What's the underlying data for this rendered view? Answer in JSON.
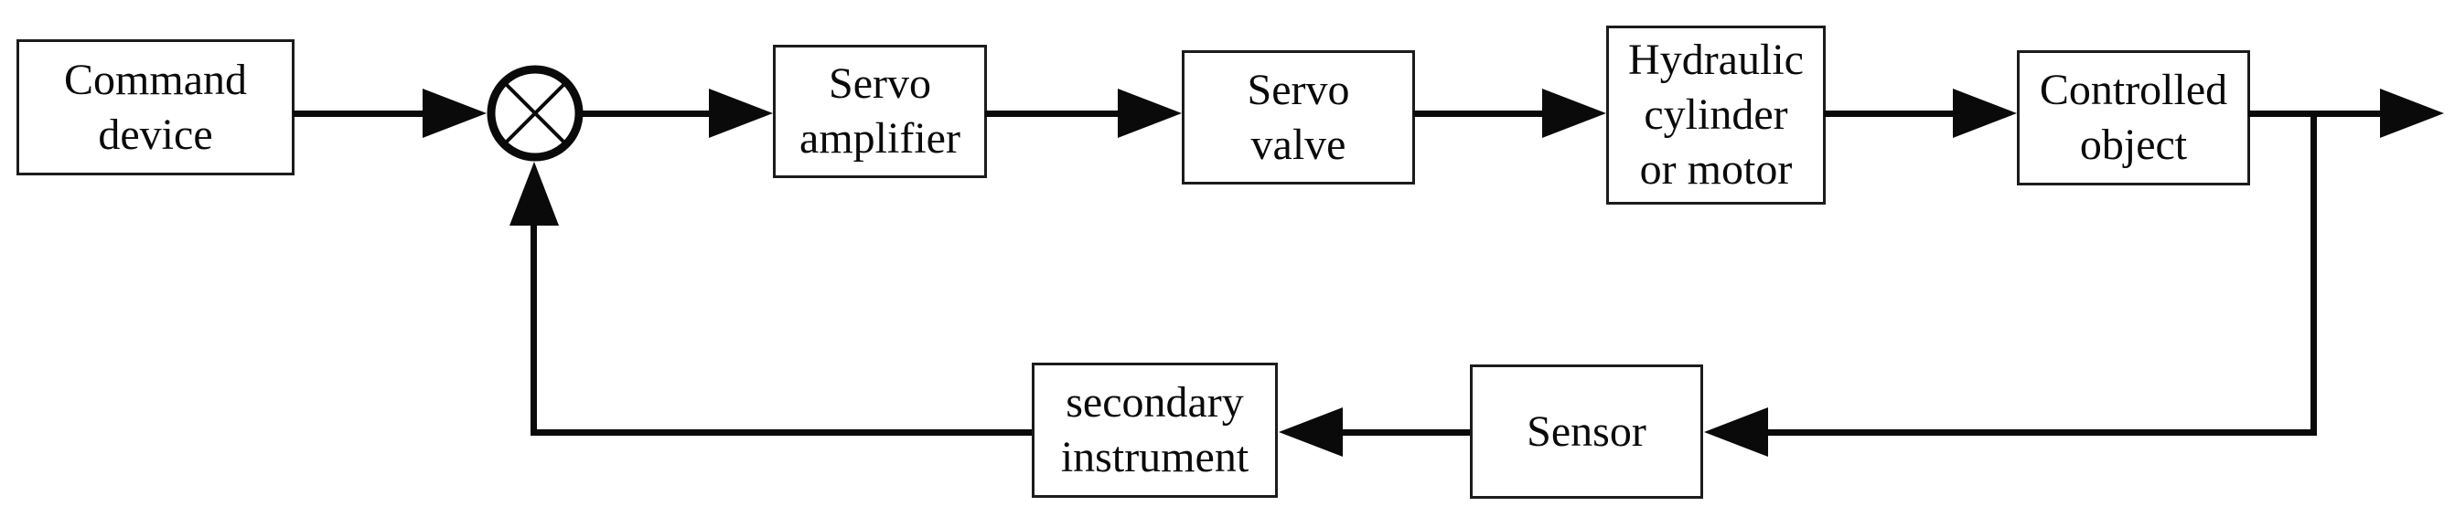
{
  "diagram": {
    "type": "block-diagram",
    "description_visible_text_only": true,
    "blocks": {
      "command_device": {
        "id": "command-device",
        "label": "Command\ndevice"
      },
      "servo_amplifier": {
        "id": "servo-amplifier",
        "label": "Servo\namplifier"
      },
      "servo_valve": {
        "id": "servo-valve",
        "label": "Servo\nvalve"
      },
      "hydraulic_cylinder": {
        "id": "hydraulic-cylinder-or-motor",
        "label": "Hydraulic\ncylinder\nor motor"
      },
      "controlled_object": {
        "id": "controlled-object",
        "label": "Controlled\nobject"
      },
      "sensor": {
        "id": "sensor",
        "label": "Sensor"
      },
      "secondary_instrument": {
        "id": "secondary-instrument",
        "label": "secondary\ninstrument"
      }
    },
    "summing_junction": {
      "id": "summing-junction",
      "symbol": "circle-with-diagonal-cross"
    },
    "edges": [
      {
        "from": "command-device",
        "to": "summing-junction",
        "arrow": "right"
      },
      {
        "from": "summing-junction",
        "to": "servo-amplifier",
        "arrow": "right"
      },
      {
        "from": "servo-amplifier",
        "to": "servo-valve",
        "arrow": "right"
      },
      {
        "from": "servo-valve",
        "to": "hydraulic-cylinder-or-motor",
        "arrow": "right"
      },
      {
        "from": "hydraulic-cylinder-or-motor",
        "to": "controlled-object",
        "arrow": "right"
      },
      {
        "from": "controlled-object",
        "to": "system-output",
        "arrow": "right"
      },
      {
        "from": "output-branch-point",
        "to": "sensor",
        "arrow": "left"
      },
      {
        "from": "sensor",
        "to": "secondary-instrument",
        "arrow": "left"
      },
      {
        "from": "secondary-instrument",
        "to": "summing-junction",
        "arrow": "up"
      }
    ],
    "colors": {
      "background": "#ffffff",
      "line": "#0a0a0a",
      "box_border": "#1c1c1c",
      "text": "#0a0a0a"
    }
  }
}
